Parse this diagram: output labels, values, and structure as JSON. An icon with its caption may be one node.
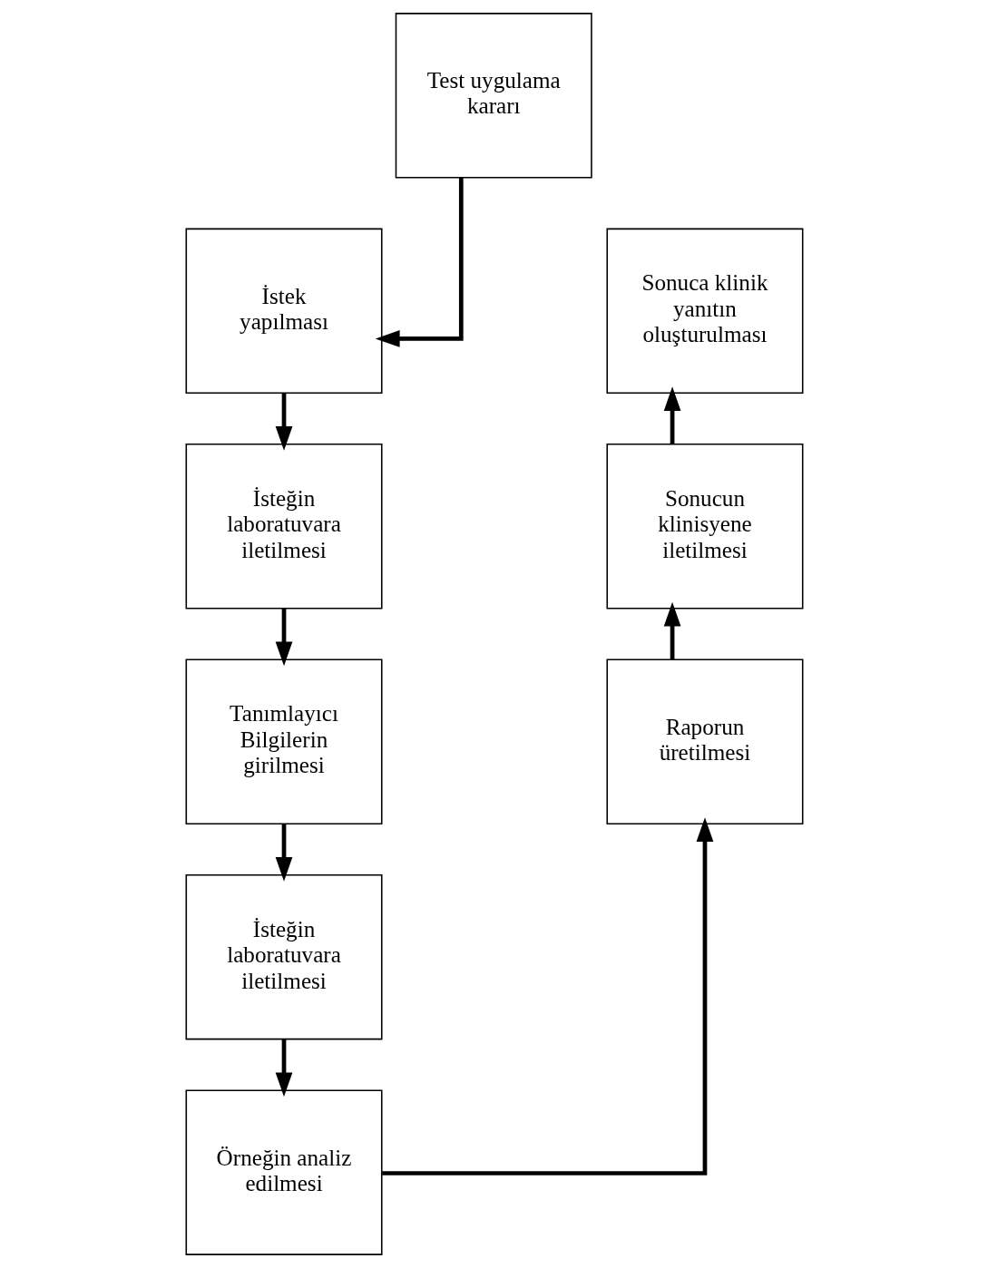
{
  "diagram": {
    "nodes": [
      {
        "text": [
          "Test uygulama kararı"
        ]
      },
      {
        "text": [
          "İstek yapılması"
        ]
      },
      {
        "text": [
          "İsteğin laboratuvara iletilmesi"
        ]
      },
      {
        "text": [
          "Tanımlayıcı Bilgilerin girilmesi"
        ]
      },
      {
        "text": [
          "İsteğin laboratuvara iletilmesi"
        ]
      },
      {
        "text": [
          "Örneğin analiz edilmesi"
        ]
      },
      {
        "text": [
          "Raporun üretilmesi"
        ]
      },
      {
        "text": [
          "Sonucun klinisyene iletilmesi"
        ]
      },
      {
        "text": [
          "Sonuca klinik yanıtın oluşturulması"
        ]
      }
    ],
    "edges": [
      {
        "from": 0,
        "to": 1,
        "arrow": "to"
      },
      {
        "from": 1,
        "to": 2,
        "arrow": "to"
      },
      {
        "from": 2,
        "to": 3,
        "arrow": "to"
      },
      {
        "from": 3,
        "to": 4,
        "arrow": "to"
      },
      {
        "from": 4,
        "to": 5,
        "arrow": "to"
      },
      {
        "from": 5,
        "to": 6,
        "arrow": "to"
      },
      {
        "from": 6,
        "to": 7,
        "arrow": "to"
      },
      {
        "from": 7,
        "to": 8,
        "arrow": "to"
      }
    ]
  }
}
